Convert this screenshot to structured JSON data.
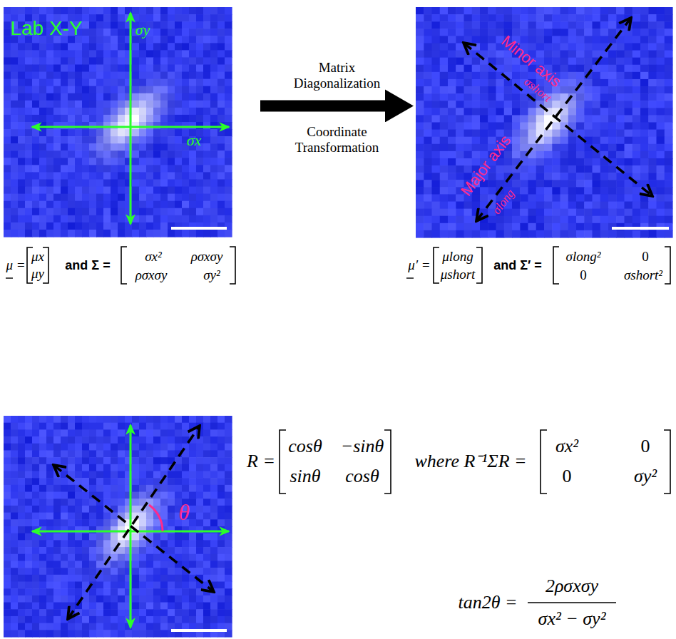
{
  "diagram": {
    "nodes": [
      {
        "text": [
          "Lab X-Y",
          "σy",
          "σx"
        ]
      },
      {
        "text": [
          "Minor axis",
          "σshort",
          "Major axis",
          "σlong"
        ]
      },
      {
        "text": [
          "θ"
        ]
      }
    ],
    "edges": [
      {
        "from": 0,
        "to": 1,
        "arrow": "to",
        "label": "Matrix Diagonalization"
      }
    ],
    "labels": [
      "Coordinate Transformation",
      "μ =",
      "μx",
      "μy",
      "and Σ =",
      "σx²",
      "ρσxσy",
      "ρσxσy",
      "σy²",
      "μ′ =",
      "μlong",
      "μshort",
      "and Σ′ =",
      "σlong²",
      "0",
      "0",
      "σshort²",
      "R =",
      "cosθ",
      "−sinθ",
      "sinθ",
      "cosθ",
      "where R⁻¹ΣR =",
      "σx²",
      "0",
      "0",
      "σy²",
      "tan2θ =",
      "2ρσxσy",
      "σx² − σy²"
    ]
  }
}
